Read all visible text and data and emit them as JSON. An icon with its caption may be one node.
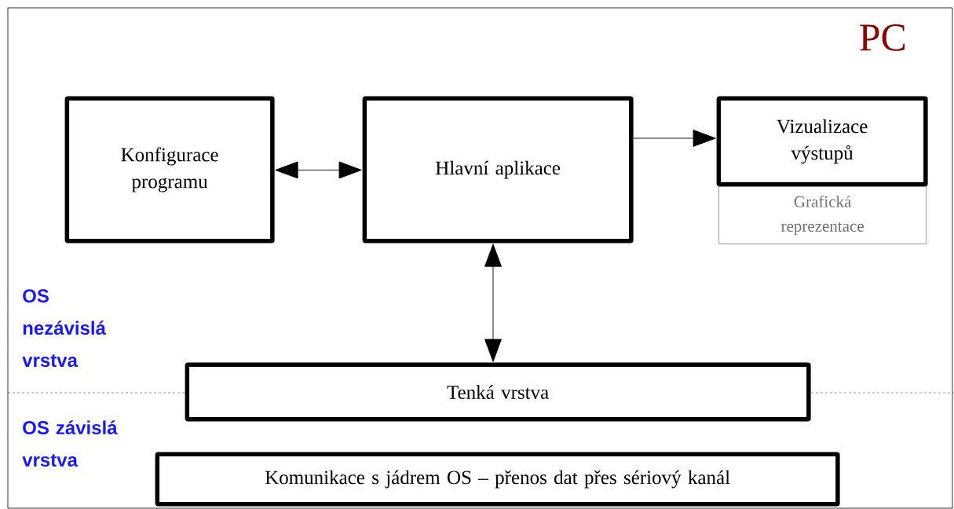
{
  "diagram": {
    "nodes": [
      {
        "text": [
          "PC"
        ]
      },
      {
        "text": [
          "Konfigurace programu"
        ],
        "in": 0
      },
      {
        "text": [
          "Hlavní aplikace"
        ],
        "in": 0
      },
      {
        "text": [
          "Vizualizace výstupů"
        ],
        "in": 0
      },
      {
        "text": [
          "Grafická reprezentace"
        ],
        "in": 0
      },
      {
        "text": [
          "Tenká vrstva"
        ],
        "in": 0
      },
      {
        "text": [
          "Komunikace s jádrem OS – přenos dat přes sériový kanál"
        ],
        "in": 0
      }
    ],
    "edges": [
      {
        "from": 1,
        "to": 2,
        "arrow": "both"
      },
      {
        "from": 2,
        "to": 3,
        "arrow": "to"
      },
      {
        "from": 2,
        "to": 5,
        "arrow": "both"
      }
    ],
    "labels": [
      "OS nezávislá vrstva",
      "OS závislá vrstva"
    ]
  }
}
